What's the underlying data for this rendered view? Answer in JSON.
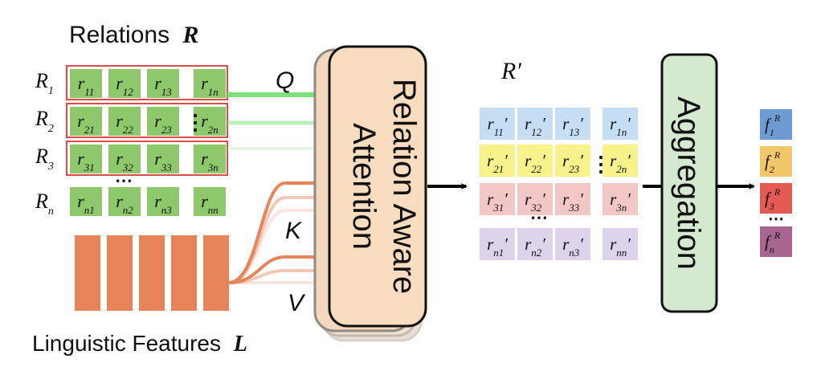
{
  "titles": {
    "relations": "Relations",
    "relations_symbol": "R",
    "linguistic": "Linguistic Features",
    "linguistic_symbol": "L",
    "r_prime": "R′"
  },
  "row_labels": [
    {
      "base": "R",
      "sub": "1"
    },
    {
      "base": "R",
      "sub": "2"
    },
    {
      "base": "R",
      "sub": "3"
    },
    {
      "base": "R",
      "sub": "n"
    }
  ],
  "relation_cells": [
    [
      {
        "base": "r",
        "sub": "11"
      },
      {
        "base": "r",
        "sub": "12"
      },
      {
        "base": "r",
        "sub": "13"
      },
      {
        "base": "r",
        "sub": "1n"
      }
    ],
    [
      {
        "base": "r",
        "sub": "21"
      },
      {
        "base": "r",
        "sub": "22"
      },
      {
        "base": "r",
        "sub": "23"
      },
      {
        "base": "r",
        "sub": "2n"
      }
    ],
    [
      {
        "base": "r",
        "sub": "31"
      },
      {
        "base": "r",
        "sub": "32"
      },
      {
        "base": "r",
        "sub": "33"
      },
      {
        "base": "r",
        "sub": "3n"
      }
    ],
    [
      {
        "base": "r",
        "sub": "n1"
      },
      {
        "base": "r",
        "sub": "n2"
      },
      {
        "base": "r",
        "sub": "n3"
      },
      {
        "base": "r",
        "sub": "nn"
      }
    ]
  ],
  "output_cells": [
    [
      {
        "base": "r",
        "sub": "11",
        "prime": "′"
      },
      {
        "base": "r",
        "sub": "12",
        "prime": "′"
      },
      {
        "base": "r",
        "sub": "13",
        "prime": "′"
      },
      {
        "base": "r",
        "sub": "1n",
        "prime": "′"
      }
    ],
    [
      {
        "base": "r",
        "sub": "21",
        "prime": "′"
      },
      {
        "base": "r",
        "sub": "22",
        "prime": "′"
      },
      {
        "base": "r",
        "sub": "23",
        "prime": "′"
      },
      {
        "base": "r",
        "sub": "2n",
        "prime": "′"
      }
    ],
    [
      {
        "base": "r",
        "sub": "31",
        "prime": "′"
      },
      {
        "base": "r",
        "sub": "32",
        "prime": "′"
      },
      {
        "base": "r",
        "sub": "33",
        "prime": "′"
      },
      {
        "base": "r",
        "sub": "3n",
        "prime": "′"
      }
    ],
    [
      {
        "base": "r",
        "sub": "n1",
        "prime": "′"
      },
      {
        "base": "r",
        "sub": "n2",
        "prime": "′"
      },
      {
        "base": "r",
        "sub": "n3",
        "prime": "′"
      },
      {
        "base": "r",
        "sub": "nn",
        "prime": "′"
      }
    ]
  ],
  "qkv": {
    "q": "Q",
    "k": "K",
    "v": "V"
  },
  "ellipsis": {
    "vertical": "⋮",
    "horizontal": "⋯"
  },
  "attention_block": {
    "line1": "Relation Aware",
    "line2": "Attention"
  },
  "aggregation_block": {
    "label": "Aggregation"
  },
  "features": [
    {
      "base": "f",
      "sub": "1",
      "sup": "R"
    },
    {
      "base": "f",
      "sub": "2",
      "sup": "R"
    },
    {
      "base": "f",
      "sub": "3",
      "sup": "R"
    },
    {
      "base": "f",
      "sub": "n",
      "sup": "R"
    }
  ],
  "colors": {
    "relation_green": "#8dc86a",
    "highlight_red": "#e04a4a",
    "q_arrow_green": "#7ee07a",
    "kv_arrow_orange": "#e8845a",
    "feature_bar_orange": "#e8845a",
    "attention_fill": "#f7dcbf",
    "aggregation_fill": "#d5e8d0",
    "row_blue": "#c6def4",
    "row_yellow": "#f7f28a",
    "row_red": "#f4c7c7",
    "row_purple": "#ddd3ea",
    "feat_blue": "#6f9bd3",
    "feat_yellow": "#f3c66a",
    "feat_red": "#e55a52",
    "feat_purple": "#a8658f"
  }
}
